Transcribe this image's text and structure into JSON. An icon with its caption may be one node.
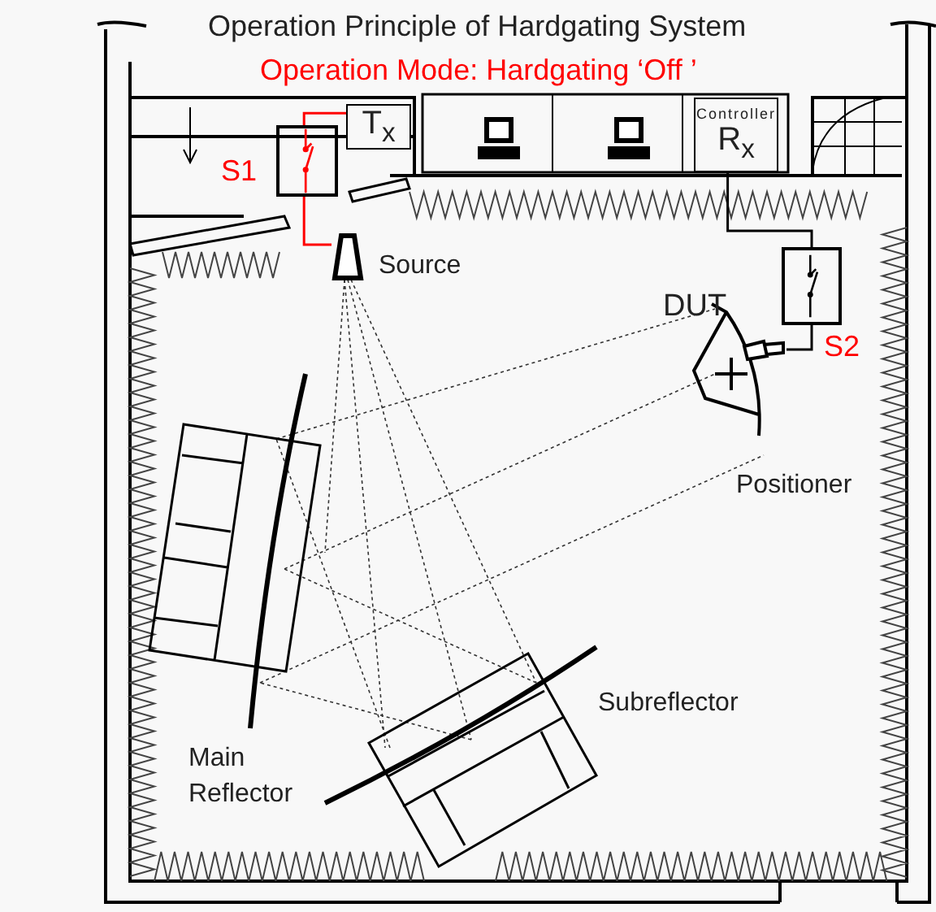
{
  "diagram": {
    "title": "Operation Principle of Hardgating System",
    "nodes": [
      {
        "text": [
          "T$_{x}$"
        ]
      },
      {
        "text": [],
        "shape": "box",
        "beside": [
          "S1"
        ]
      },
      {
        "text": [],
        "shape": "horn",
        "beside": [
          "Source"
        ]
      },
      {
        "text": [
          "Controller",
          "R$_{x}$"
        ]
      },
      {
        "text": [],
        "shape": "box",
        "beside": [
          "S2"
        ]
      },
      {
        "text": [],
        "shape": "horn",
        "beside": [
          "DUT"
        ]
      }
    ],
    "edges": [
      {
        "from": 0,
        "to": 1,
        "arrow": "none",
        "color": "#ff0000"
      },
      {
        "from": 1,
        "to": 2,
        "arrow": "none",
        "color": "#ff0000"
      },
      {
        "from": 3,
        "to": 4,
        "arrow": "none",
        "color": "#000000"
      },
      {
        "from": 4,
        "to": 5,
        "arrow": "none",
        "color": "#000000"
      }
    ],
    "labels": [
      "Operation Mode: Hardgating ‘Off ’",
      "Positioner",
      "Subreflector",
      "Main Reflector"
    ]
  }
}
